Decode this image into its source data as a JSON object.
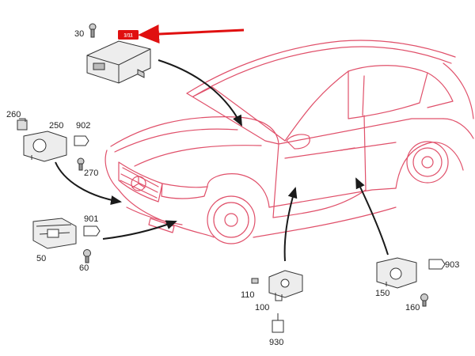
{
  "colors": {
    "car_outline": "#e0506a",
    "leader": "#1a1a1a",
    "highlight": "#e01010",
    "part_fill": "#ededed",
    "part_stroke": "#333333"
  },
  "highlight_tag": "1/11",
  "parts": [
    {
      "id": "control_unit",
      "labels": [
        "30"
      ]
    },
    {
      "id": "front_left_sensor",
      "labels": [
        "260",
        "250",
        "902",
        "270"
      ]
    },
    {
      "id": "front_lower_sensor",
      "labels": [
        "901",
        "50",
        "60"
      ]
    },
    {
      "id": "door_sensor",
      "labels": [
        "110",
        "100",
        "930"
      ]
    },
    {
      "id": "rear_sensor",
      "labels": [
        "903",
        "150",
        "160"
      ]
    }
  ]
}
